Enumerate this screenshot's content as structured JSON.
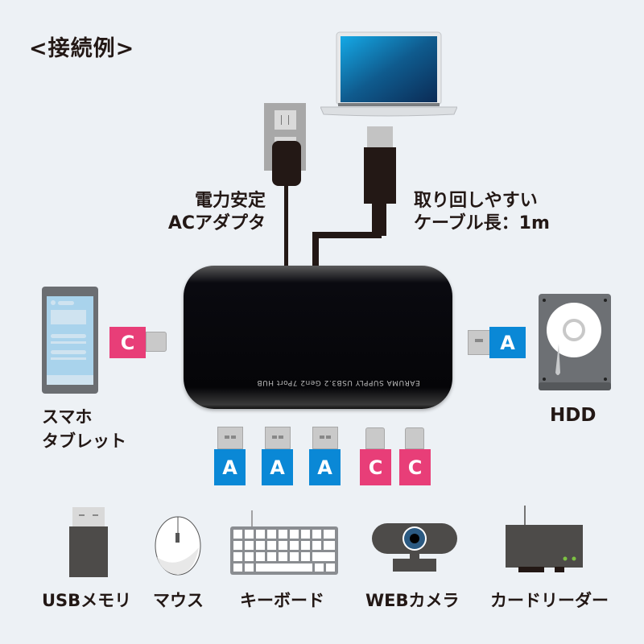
{
  "title": "<接続例>",
  "labels": {
    "ac_adapter": [
      "電力安定",
      "ACアダプタ"
    ],
    "cable": [
      "取り回しやすい",
      "ケーブル長：1m"
    ]
  },
  "hub": {
    "print": "EARUMA SUPPLY   USB3.2 Gen2 7Port HUB"
  },
  "side_devices": {
    "left": {
      "name": [
        "スマホ",
        "タブレット"
      ],
      "connector": "C"
    },
    "right": {
      "name": "HDD",
      "connector": "A"
    }
  },
  "ports": [
    {
      "type": "A"
    },
    {
      "type": "A"
    },
    {
      "type": "A"
    },
    {
      "type": "C"
    },
    {
      "type": "C"
    }
  ],
  "devices": [
    {
      "name": "USBメモリ"
    },
    {
      "name": "マウス"
    },
    {
      "name": "キーボード"
    },
    {
      "name": "WEBカメラ"
    },
    {
      "name": "カードリーダー"
    }
  ],
  "colors": {
    "background": "#edf1f5",
    "usb_a": "#0a88d6",
    "usb_c": "#e83e78",
    "text": "#231815",
    "hub": "#050508"
  }
}
